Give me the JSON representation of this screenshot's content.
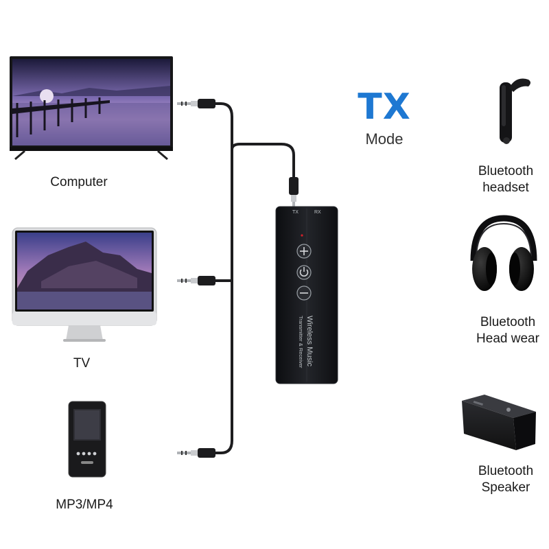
{
  "mode": {
    "title": "TX",
    "subtitle": "Mode"
  },
  "sources": [
    {
      "label": "Computer"
    },
    {
      "label": "TV"
    },
    {
      "label": "MP3/MP4"
    }
  ],
  "targets": [
    {
      "line1": "Bluetooth",
      "line2": "headset"
    },
    {
      "line1": "Bluetooth",
      "line2": "Head wear"
    },
    {
      "line1": "Bluetooth",
      "line2": "Speaker"
    }
  ],
  "device": {
    "tx_label": "TX",
    "rx_label": "RX",
    "brand_line1": "Wireless Music",
    "brand_line2": "Transmitter & Receiver",
    "buttons": [
      "plus-icon",
      "power-icon",
      "minus-icon"
    ]
  },
  "colors": {
    "accent": "#1e78d2",
    "device": "#141518",
    "cable": "#1d1d1f"
  }
}
